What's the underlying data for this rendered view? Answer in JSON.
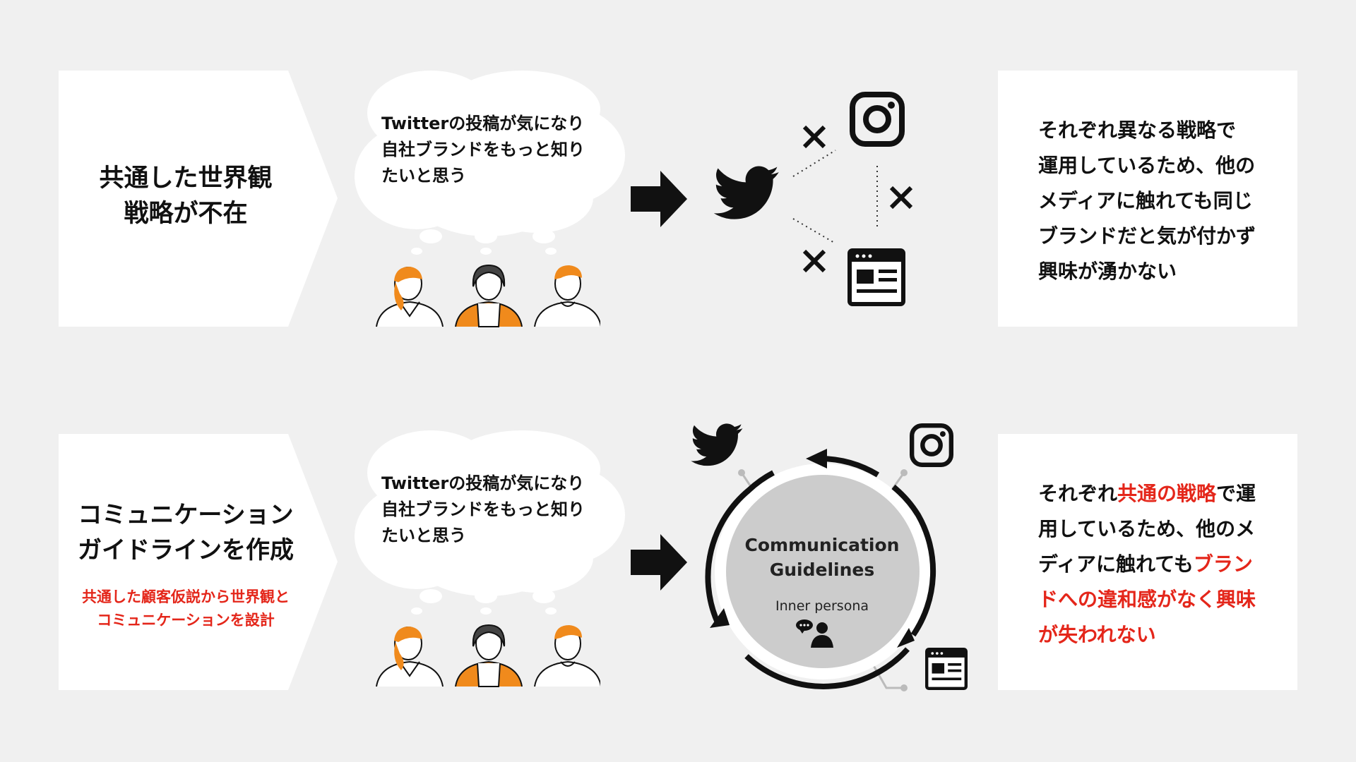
{
  "rows": {
    "top": {
      "problem_title": "共通した世界観\n戦略が不在",
      "thought": "Twitterの投稿が気になり\n自社ブランドをもっと知り\nたいと思う",
      "result": [
        {
          "text": "それぞれ異なる戦略で",
          "highlight": false
        },
        {
          "text": "運用しているため、他の",
          "highlight": false
        },
        {
          "text": "メディアに触れても同じ",
          "highlight": false
        },
        {
          "text": "ブランドだと気が付かず",
          "highlight": false
        },
        {
          "text": "興味が湧かない",
          "highlight": false
        }
      ]
    },
    "bottom": {
      "solution_title": "コミュニケーション\nガイドラインを作成",
      "solution_sub": "共通した顧客仮説から世界観と\nコミュニケーションを設計",
      "thought": "Twitterの投稿が気になり\n自社ブランドをもっと知り\nたいと思う",
      "guidelines_title": "Communication\nGuidelines",
      "persona_label": "Inner persona",
      "result_segments": [
        {
          "text": "それぞれ",
          "highlight": false
        },
        {
          "text": "共通の戦略",
          "highlight": true
        },
        {
          "text": "で運用しているため、他のメディアに触れても",
          "highlight": false
        },
        {
          "text": "ブランドへの違和感がなく興味が失われない",
          "highlight": true
        }
      ]
    }
  },
  "icons": {
    "media": [
      "twitter-icon",
      "instagram-icon",
      "website-icon"
    ],
    "disconnect": "cross-icon",
    "flow": "arrow-right-icon",
    "people": [
      "woman-ponytail-icon",
      "woman-dark-hair-icon",
      "man-icon"
    ]
  },
  "colors": {
    "background": "#f0f0f0",
    "panel": "#ffffff",
    "accent_orange": "#f08a1c",
    "highlight_red": "#e4261a",
    "circle_fill": "#cccccc",
    "text": "#111111"
  }
}
